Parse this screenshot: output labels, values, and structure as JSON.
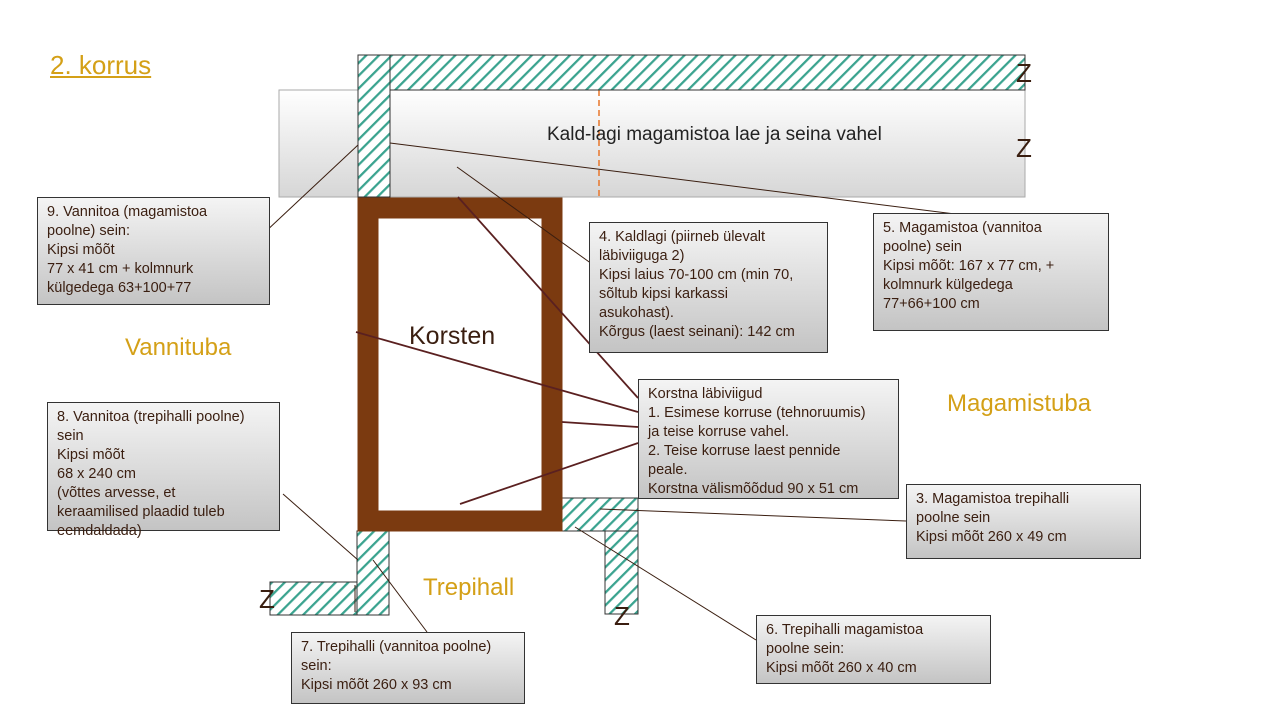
{
  "title": "2. korrus",
  "rooms": {
    "bath": "Vannituba",
    "bedroom": "Magamistuba",
    "stairhall": "Trepihall"
  },
  "chimney_label": "Korsten",
  "sloped_ceiling_label": "Kald-lagi  magamistoa  lae ja seina vahel",
  "z_mark": "Z",
  "callouts": {
    "c9": [
      "9. Vannitoa (magamistoa",
      "poolne) sein:",
      "Kipsi mõõt",
      "77 x 41 cm + kolmnurk",
      "külgedega 63+100+77"
    ],
    "c4": [
      "4. Kaldlagi (piirneb ülevalt",
      "läbiviiguga 2)",
      "Kipsi laius 70-100 cm (min 70,",
      "sõltub kipsi karkassi",
      "asukohast).",
      "Kõrgus (laest seinani): 142 cm"
    ],
    "c5": [
      "5. Magamistoa (vannitoa",
      "poolne) sein",
      "Kipsi mõõt: 167 x 77 cm, +",
      "kolmnurk külgedega",
      "77+66+100 cm"
    ],
    "ck": [
      "Korstna läbiviigud",
      "1. Esimese korruse (tehnoruumis)",
      "ja teise korruse vahel.",
      "2. Teise korruse laest pennide",
      "peale.",
      "Korstna välismõõdud 90 x 51 cm"
    ],
    "c8": [
      "8. Vannitoa (trepihalli poolne)",
      "sein",
      "Kipsi mõõt",
      "68 x 240 cm",
      "(võttes arvesse, et",
      "keraamilised plaadid tuleb",
      "eemdaldada)"
    ],
    "c3": [
      "3. Magamistoa trepihalli",
      "poolne sein",
      "Kipsi mõõt 260 x 49 cm"
    ],
    "c7": [
      "7. Trepihalli (vannitoa poolne)",
      "sein:",
      "Kipsi mõõt 260 x 93 cm"
    ],
    "c6": [
      "6. Trepihalli magamistoa",
      "poolne sein:",
      "Kipsi mõõt 260 x 40 cm"
    ]
  },
  "colors": {
    "accent": "#D4A017",
    "chimney": "#7B3A10",
    "hatch": "#3AA38F",
    "dashed": "#E8762B",
    "text": "#3a1e10"
  },
  "icons": [
    "hatch-pattern"
  ]
}
